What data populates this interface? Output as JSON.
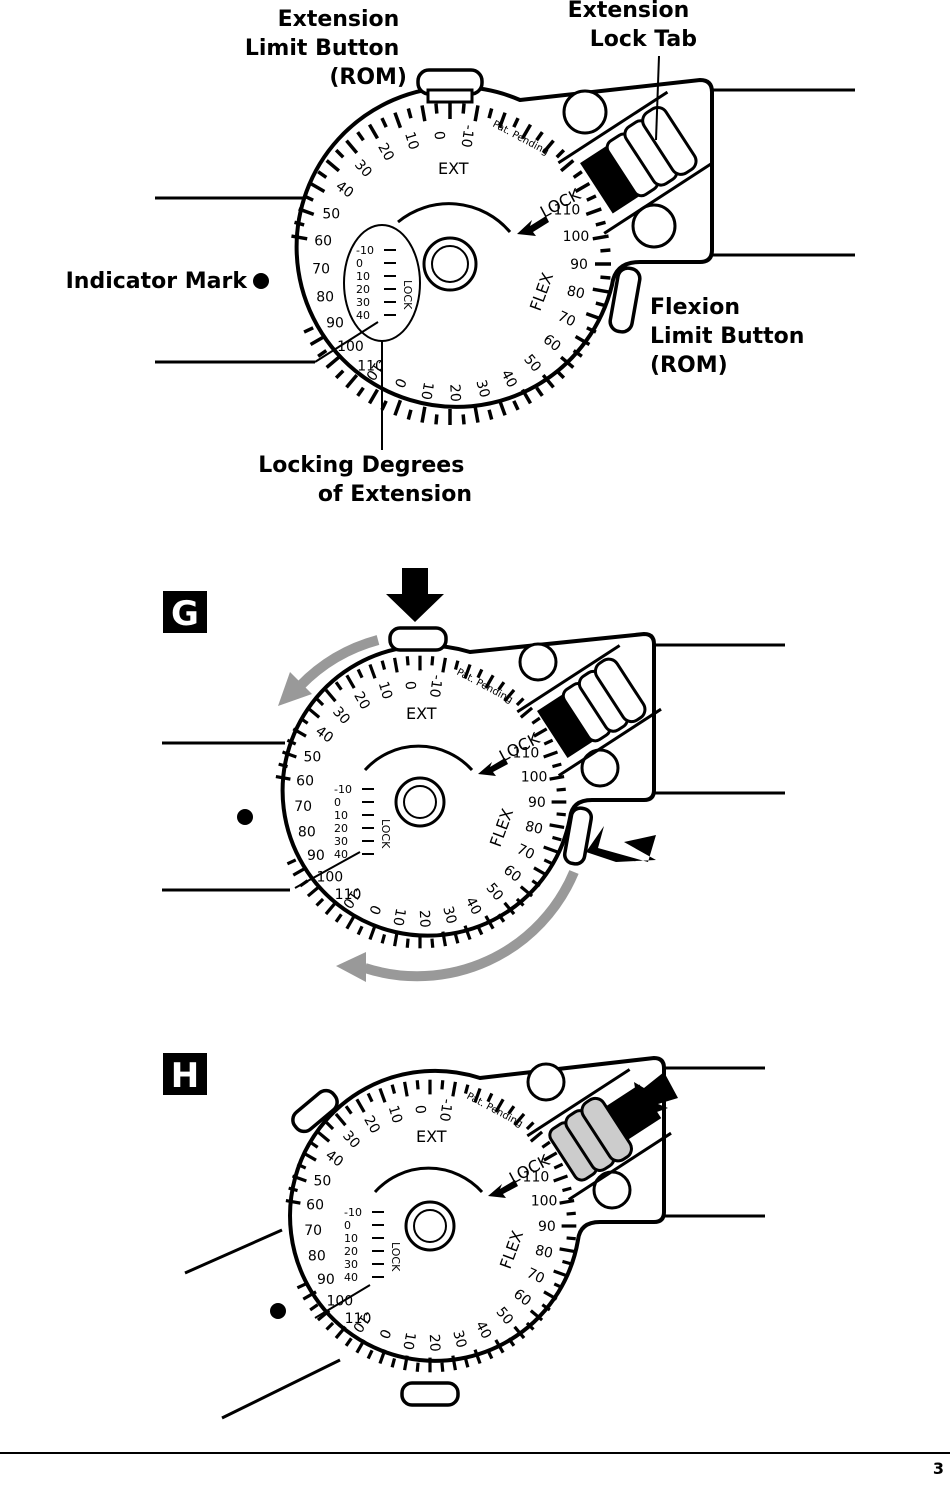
{
  "callouts": {
    "extension_limit_button": [
      "Extension",
      "Limit Button",
      "(ROM)"
    ],
    "extension_lock_tab": [
      "Extension",
      "Lock Tab"
    ],
    "indicator_mark": "Indicator Mark",
    "flexion_limit_button": [
      "Flexion",
      "Limit Button",
      "(ROM)"
    ],
    "locking_degrees": [
      "Locking Degrees",
      "of Extension"
    ]
  },
  "dial": {
    "ext_scale": [
      "-10",
      "0",
      "10",
      "20",
      "30",
      "40",
      "50",
      "60",
      "70",
      "80",
      "90",
      "100",
      "110"
    ],
    "flex_scale": [
      "-10",
      "0",
      "10",
      "20",
      "30",
      "40",
      "50",
      "60",
      "70",
      "80",
      "90",
      "100",
      "110"
    ],
    "lock_scale": [
      "-10",
      "0",
      "10",
      "20",
      "30",
      "40"
    ],
    "ext_word": "EXT",
    "flex_word": "FLEX",
    "lock_word": "LOCK",
    "lock_letters": "LOCK",
    "patent": "Pat. Pending"
  },
  "steps": {
    "g": "G",
    "h": "H"
  },
  "page": {
    "number": "3"
  }
}
